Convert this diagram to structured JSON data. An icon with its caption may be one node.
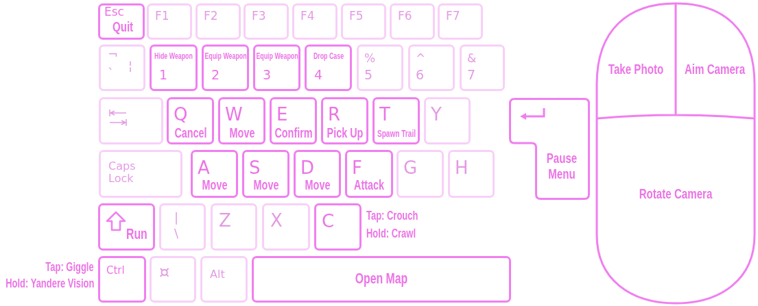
{
  "diagram": {
    "nodes": [
      {
        "text": [
          "Esc",
          "Quit"
        ]
      },
      {
        "text": [
          "F1"
        ]
      },
      {
        "text": [
          "F2"
        ]
      },
      {
        "text": [
          "F3"
        ]
      },
      {
        "text": [
          "F4"
        ]
      },
      {
        "text": [
          "F5"
        ]
      },
      {
        "text": [
          "F6"
        ]
      },
      {
        "text": [
          "F7"
        ]
      },
      {
        "text": [
          "¬",
          "`",
          "¦"
        ]
      },
      {
        "text": [
          "Hide Weapon",
          "1"
        ]
      },
      {
        "text": [
          "Equip Weapon",
          "2"
        ]
      },
      {
        "text": [
          "Equip Weapon",
          "3"
        ]
      },
      {
        "text": [
          "Drop Case",
          "4"
        ]
      },
      {
        "text": [
          "%",
          "5"
        ]
      },
      {
        "text": [
          "^",
          "6"
        ]
      },
      {
        "text": [
          "&",
          "7"
        ]
      },
      {
        "text": [],
        "shape": "box"
      },
      {
        "text": [
          "Q",
          "Cancel"
        ]
      },
      {
        "text": [
          "W",
          "Move"
        ]
      },
      {
        "text": [
          "E",
          "Confirm"
        ]
      },
      {
        "text": [
          "R",
          "Pick Up"
        ]
      },
      {
        "text": [
          "T",
          "Spawn Trail"
        ]
      },
      {
        "text": [
          "Y"
        ]
      },
      {
        "text": [
          "Pause Menu"
        ]
      },
      {
        "text": [
          "Caps Lock"
        ]
      },
      {
        "text": [
          "A",
          "Move"
        ]
      },
      {
        "text": [
          "S",
          "Move"
        ]
      },
      {
        "text": [
          "D",
          "Move"
        ]
      },
      {
        "text": [
          "F",
          "Attack"
        ]
      },
      {
        "text": [
          "G"
        ]
      },
      {
        "text": [
          "H"
        ]
      },
      {
        "text": [
          "Run"
        ]
      },
      {
        "text": [
          "|",
          "\\"
        ]
      },
      {
        "text": [
          "Z"
        ]
      },
      {
        "text": [
          "X"
        ]
      },
      {
        "text": [
          "C"
        ],
        "beside": [
          "Tap: Crouch",
          "Hold: Crawl"
        ]
      },
      {
        "text": [
          "Ctrl"
        ],
        "beside": [
          "Tap: Giggle",
          "Hold: Yandere Vision"
        ]
      },
      {
        "text": [
          "¤"
        ]
      },
      {
        "text": [
          "Alt"
        ]
      },
      {
        "text": [
          "Open Map"
        ]
      },
      {
        "text": [],
        "shape": "picture"
      },
      {
        "text": [
          "Take Photo"
        ],
        "in": 40
      },
      {
        "text": [
          "Aim Camera"
        ],
        "in": 40
      },
      {
        "text": [
          "Rotate Camera"
        ],
        "in": 40
      }
    ]
  }
}
